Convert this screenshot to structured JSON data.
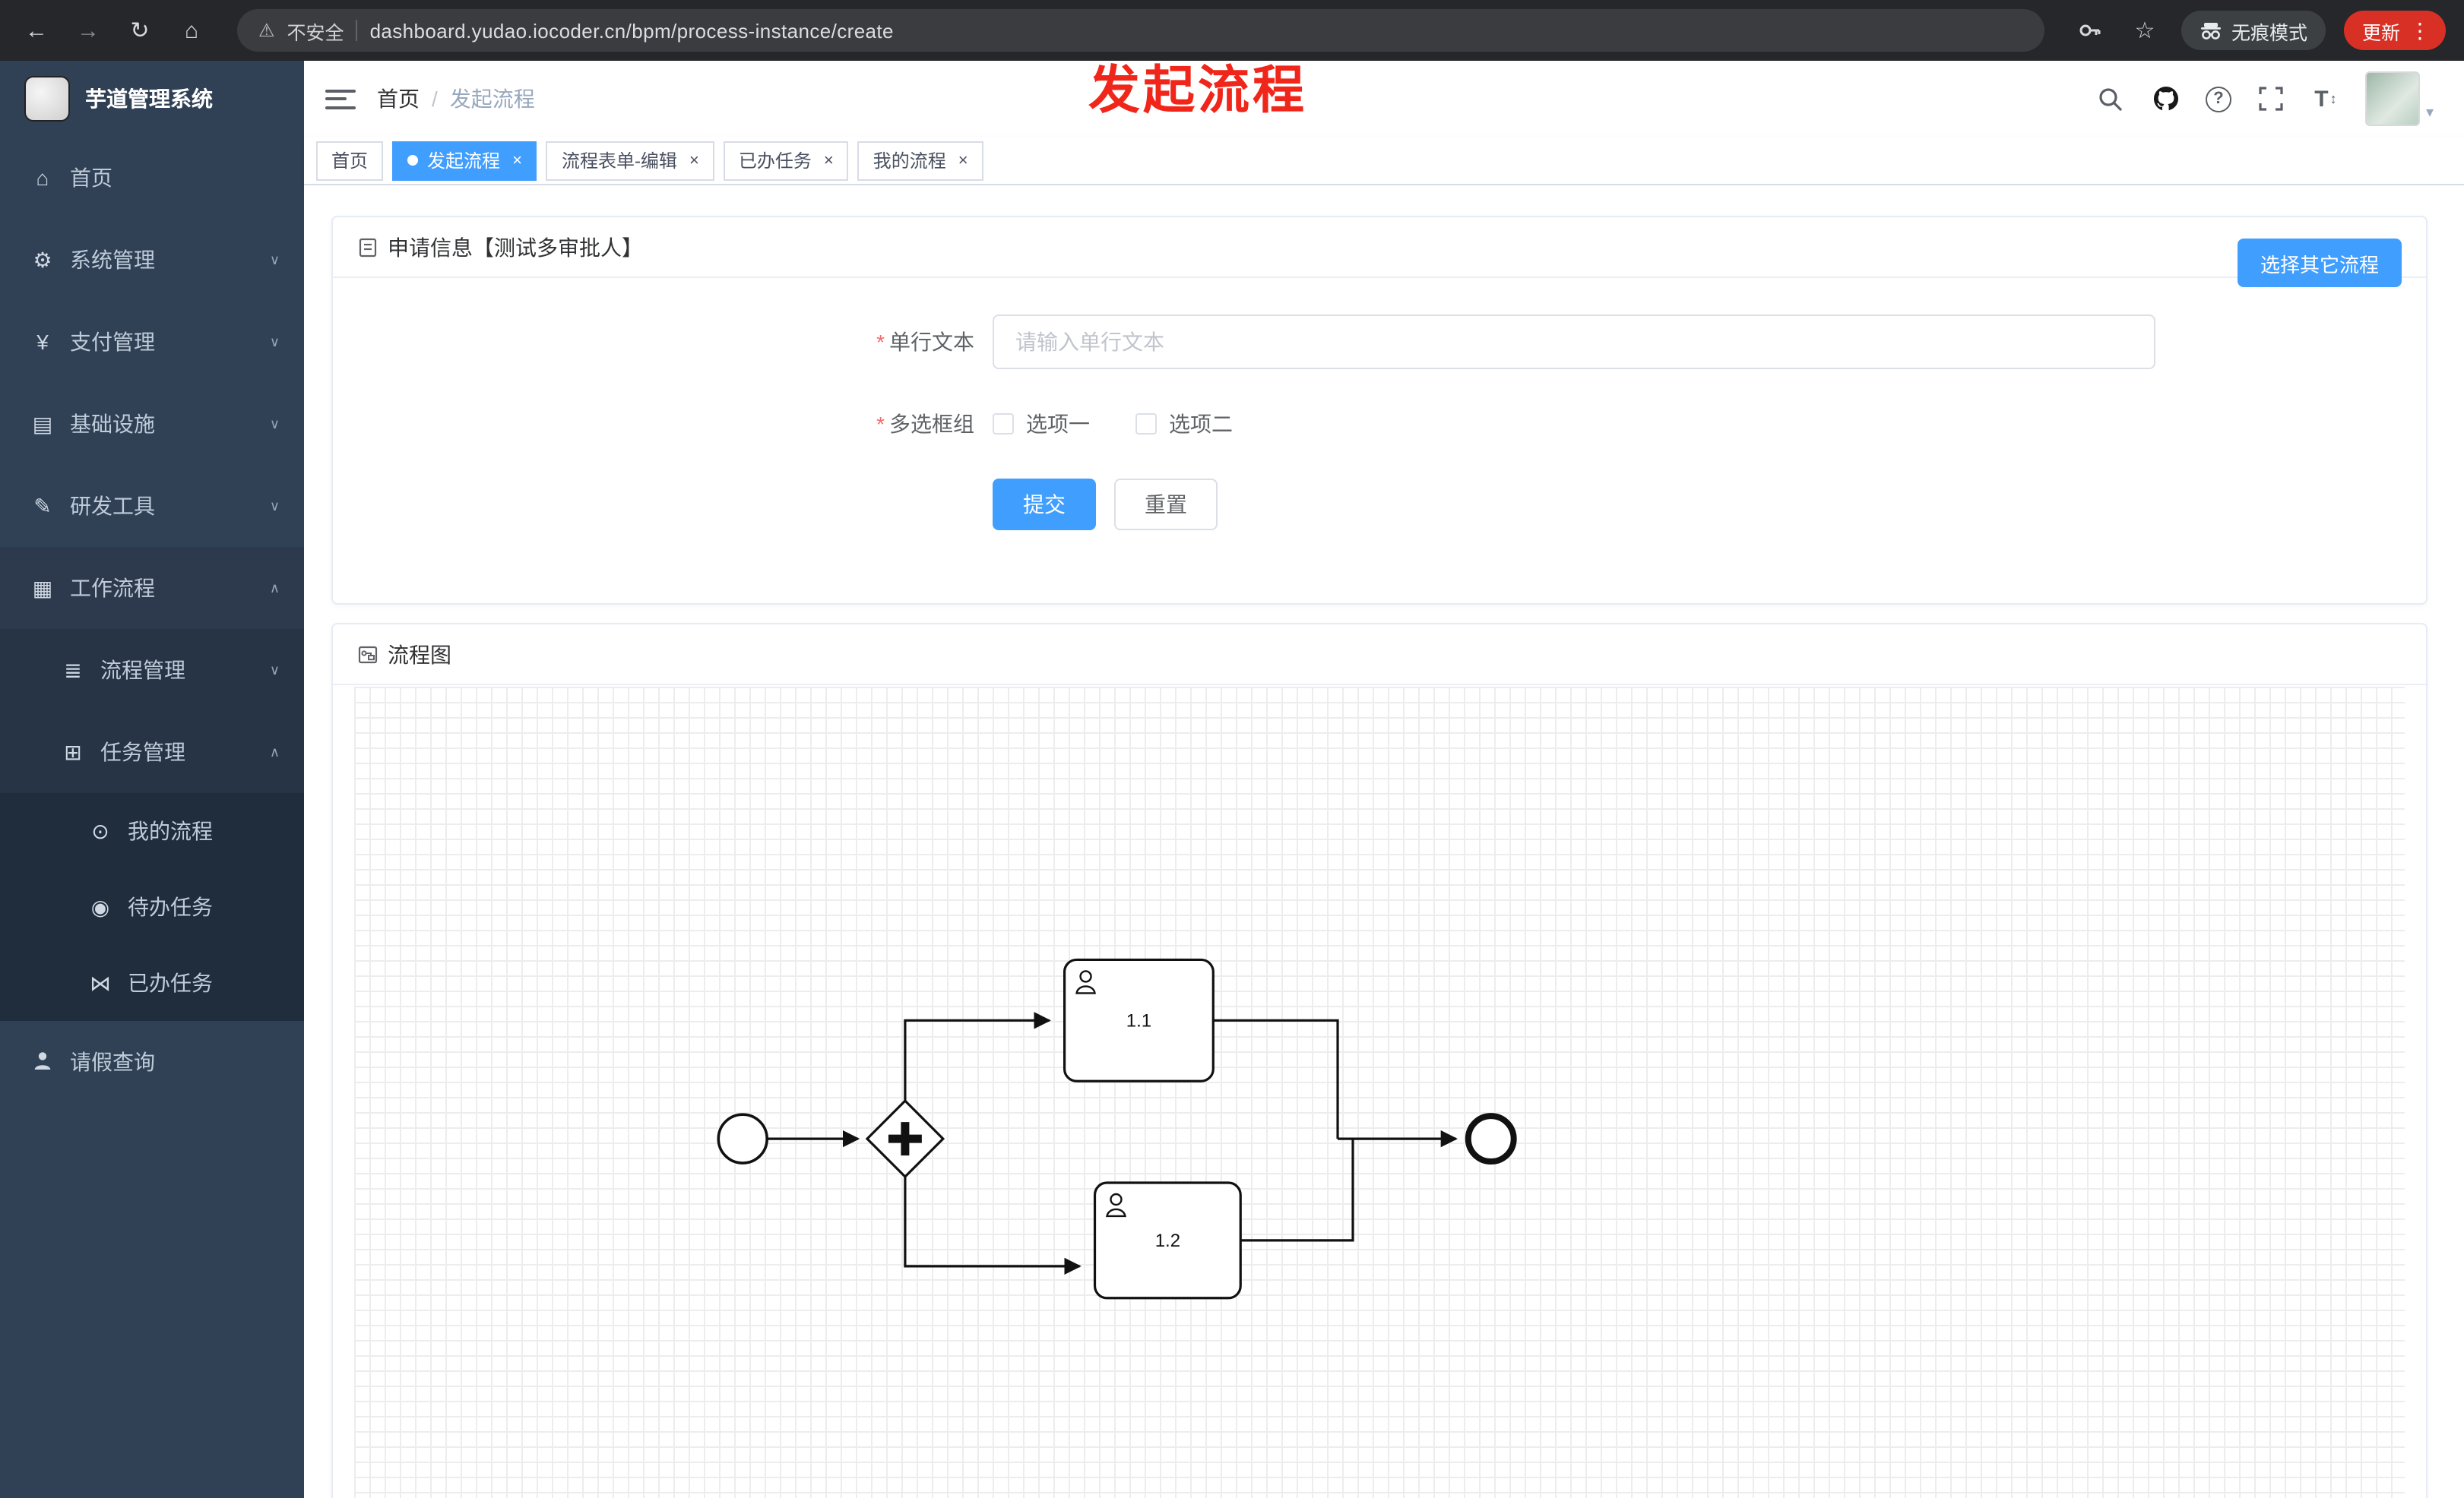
{
  "browser": {
    "security_label": "不安全",
    "url": "dashboard.yudao.iocoder.cn/bpm/process-instance/create",
    "incognito_label": "无痕模式",
    "update_label": "更新"
  },
  "sidebar": {
    "title": "芋道管理系统",
    "items": [
      {
        "label": "首页"
      },
      {
        "label": "系统管理"
      },
      {
        "label": "支付管理"
      },
      {
        "label": "基础设施"
      },
      {
        "label": "研发工具"
      },
      {
        "label": "工作流程"
      },
      {
        "label": "流程管理"
      },
      {
        "label": "任务管理"
      },
      {
        "label": "我的流程"
      },
      {
        "label": "待办任务"
      },
      {
        "label": "已办任务"
      },
      {
        "label": "请假查询"
      }
    ]
  },
  "header": {
    "breadcrumb_home": "首页",
    "breadcrumb_current": "发起流程"
  },
  "annotation": {
    "text": "发起流程"
  },
  "tabs": [
    {
      "label": "首页"
    },
    {
      "label": "发起流程"
    },
    {
      "label": "流程表单-编辑"
    },
    {
      "label": "已办任务"
    },
    {
      "label": "我的流程"
    }
  ],
  "form_card": {
    "title": "申请信息【测试多审批人】",
    "choose_other_button": "选择其它流程",
    "text_label": "单行文本",
    "text_placeholder": "请输入单行文本",
    "checkbox_label": "多选框组",
    "option1": "选项一",
    "option2": "选项二",
    "submit_label": "提交",
    "reset_label": "重置"
  },
  "flow_card": {
    "title": "流程图",
    "node1_label": "1.1",
    "node2_label": "1.2"
  },
  "colors": {
    "accent": "#409eff",
    "sidebar_bg": "#304156",
    "update_red": "#d93025",
    "annotation_red": "#f0261a",
    "required_red": "#f56c6c"
  }
}
